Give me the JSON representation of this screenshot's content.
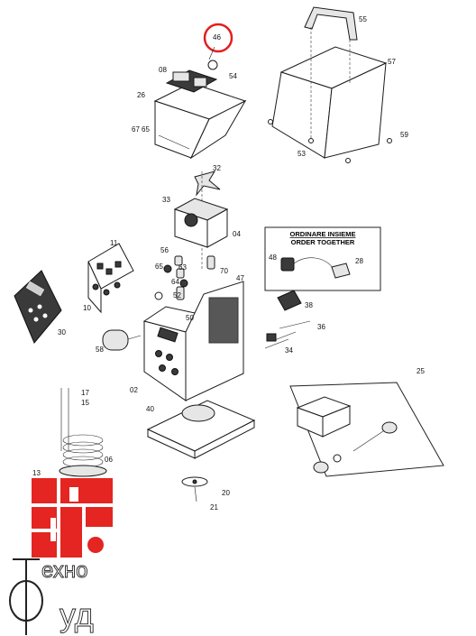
{
  "diagram": {
    "callouts": {
      "c46": "46",
      "c08": "08",
      "c54": "54",
      "c26": "26",
      "c67": "67",
      "c65a": "65",
      "c55": "55",
      "c57": "57",
      "c53": "53",
      "c59": "59",
      "c32": "32",
      "c33": "33",
      "c04": "04",
      "c11": "11",
      "c10": "10",
      "c56": "56",
      "c65b": "65",
      "c63": "63",
      "c64": "64",
      "c52": "52",
      "c50": "50",
      "c70": "70",
      "c47": "47",
      "c48": "48",
      "c28": "28",
      "c38": "38",
      "c36": "36",
      "c34": "34",
      "c30": "30",
      "c58": "58",
      "c02": "02",
      "c40": "40",
      "c17": "17",
      "c15": "15",
      "c06": "06",
      "c13": "13",
      "c25": "25",
      "c20": "20",
      "c21": "21"
    },
    "order_box": {
      "line1": "ORDINARE INSIEME",
      "line2": "ORDER TOGETHER"
    },
    "highlight_color": "#e02020"
  },
  "logo": {
    "brand_top": "ехно",
    "brand_bottom": "уд",
    "color": "#e42521"
  }
}
